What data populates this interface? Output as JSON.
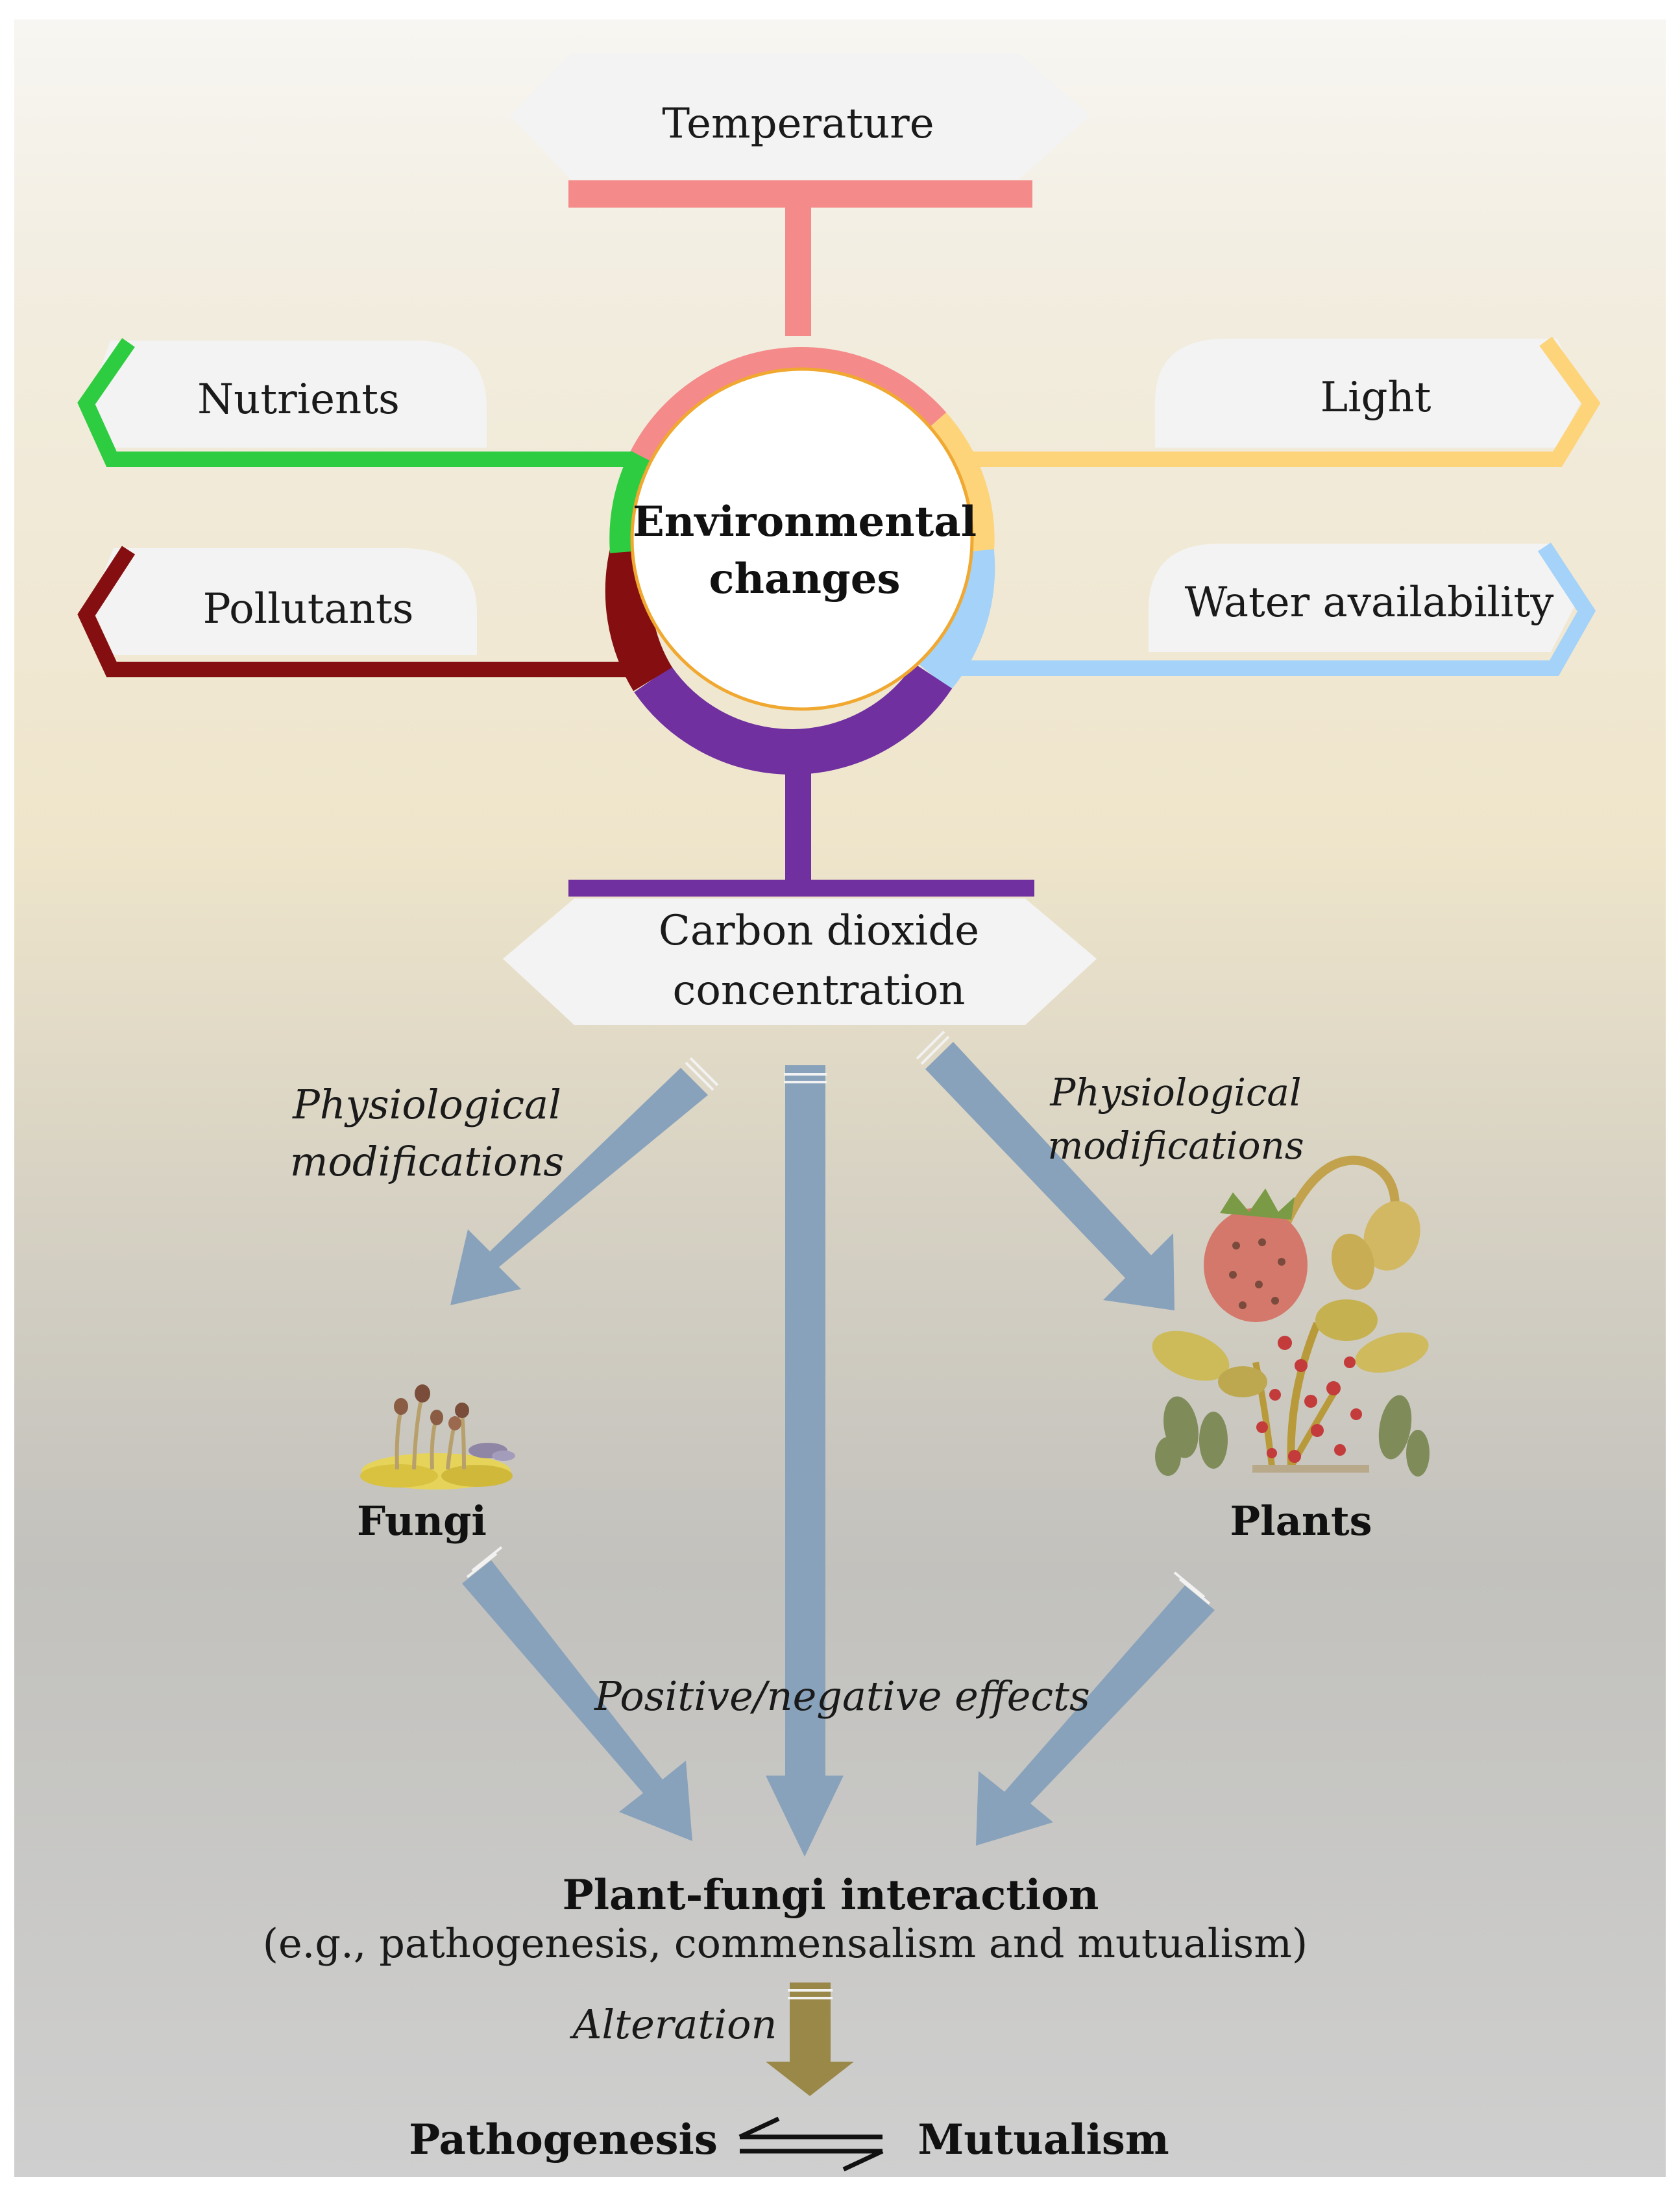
{
  "center": {
    "line1": "Environmental",
    "line2": "changes"
  },
  "factors": {
    "temperature": "Temperature",
    "nutrients": "Nutrients",
    "light": "Light",
    "pollutants": "Pollutants",
    "water": "Water availability",
    "co2_line1": "Carbon dioxide",
    "co2_line2": "concentration"
  },
  "effects": {
    "phys_left_1": "Physiological",
    "phys_left_2": "modifications",
    "phys_right_1": "Physiological",
    "phys_right_2": "modifications",
    "positive_negative": "Positive/negative effects",
    "alteration": "Alteration"
  },
  "organisms": {
    "fungi": "Fungi",
    "plants": "Plants"
  },
  "interaction": {
    "title": "Plant-fungi interaction",
    "subtitle": "(e.g., pathogenesis, commensalism and mutualism)"
  },
  "outcome": {
    "pathogenesis": "Pathogenesis",
    "mutualism": "Mutualism"
  },
  "colors": {
    "temperature": "#f48a8a",
    "light": "#fdd47a",
    "water": "#a4d2f8",
    "co2": "#7030a0",
    "pollutants": "#850f10",
    "nutrients": "#2ecc40",
    "arrows": "#89a2bb",
    "alteration_arrow": "#9a8848"
  }
}
